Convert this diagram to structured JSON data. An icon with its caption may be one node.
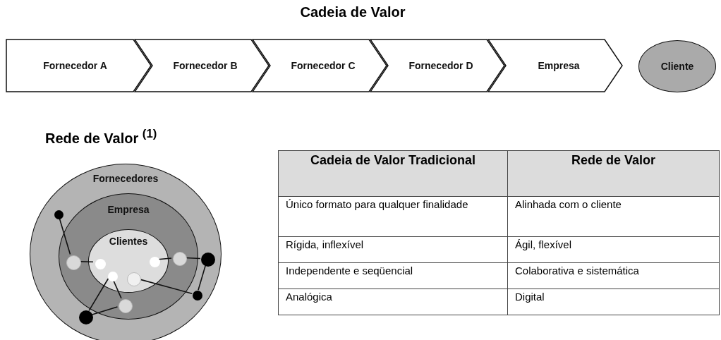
{
  "diagram": {
    "title": "Cadeia de Valor",
    "nodes": [
      {
        "text": [
          "Fornecedor A"
        ]
      },
      {
        "text": [
          "Fornecedor B"
        ]
      },
      {
        "text": [
          "Fornecedor C"
        ]
      },
      {
        "text": [
          "Fornecedor D"
        ]
      },
      {
        "text": [
          "Empresa"
        ]
      },
      {
        "text": [
          "Cliente"
        ]
      },
      {
        "text": [
          "Fornecedores"
        ]
      },
      {
        "text": [
          "Empresa"
        ],
        "in": 6
      },
      {
        "text": [
          "Clientes"
        ],
        "in": 7
      },
      {
        "text": [],
        "shape": "circle",
        "in": 6
      },
      {
        "text": [],
        "shape": "circle",
        "in": 7
      },
      {
        "text": [],
        "shape": "circle",
        "in": 6
      },
      {
        "text": [],
        "shape": "circle",
        "in": 8
      },
      {
        "text": [],
        "shape": "circle",
        "in": 7
      },
      {
        "text": [],
        "shape": "circle",
        "in": 8
      },
      {
        "text": [],
        "shape": "circle",
        "in": 8
      },
      {
        "text": [],
        "shape": "circle",
        "in": 8
      },
      {
        "text": [],
        "shape": "circle",
        "in": 6
      },
      {
        "text": [],
        "shape": "circle",
        "in": 7
      },
      {
        "text": [],
        "shape": "circle",
        "in": 6
      }
    ],
    "edges": [
      {
        "from": 9,
        "to": 13,
        "arrow": "none"
      },
      {
        "from": 13,
        "to": 14,
        "arrow": "none"
      },
      {
        "from": 12,
        "to": 10,
        "arrow": "none"
      },
      {
        "from": 10,
        "to": 11,
        "arrow": "none"
      },
      {
        "from": 11,
        "to": 17,
        "arrow": "none"
      },
      {
        "from": 17,
        "to": 16,
        "arrow": "none"
      },
      {
        "from": 15,
        "to": 19,
        "arrow": "none"
      },
      {
        "from": 15,
        "to": 18,
        "arrow": "none"
      },
      {
        "from": 18,
        "to": 19,
        "arrow": "none"
      }
    ],
    "labels": [
      "Rede de Valor $^{(1)}$",
      "Cadeia de Valor Tradicional",
      "Rede de Valor",
      "Único formato para qualquer finalidade",
      "Alinhada com o cliente",
      "Rígida, inflexível",
      "Ágil, flexível",
      "Independente e seqüencial",
      "Colaborativa e sistemática",
      "Analógica",
      "Digital"
    ]
  }
}
